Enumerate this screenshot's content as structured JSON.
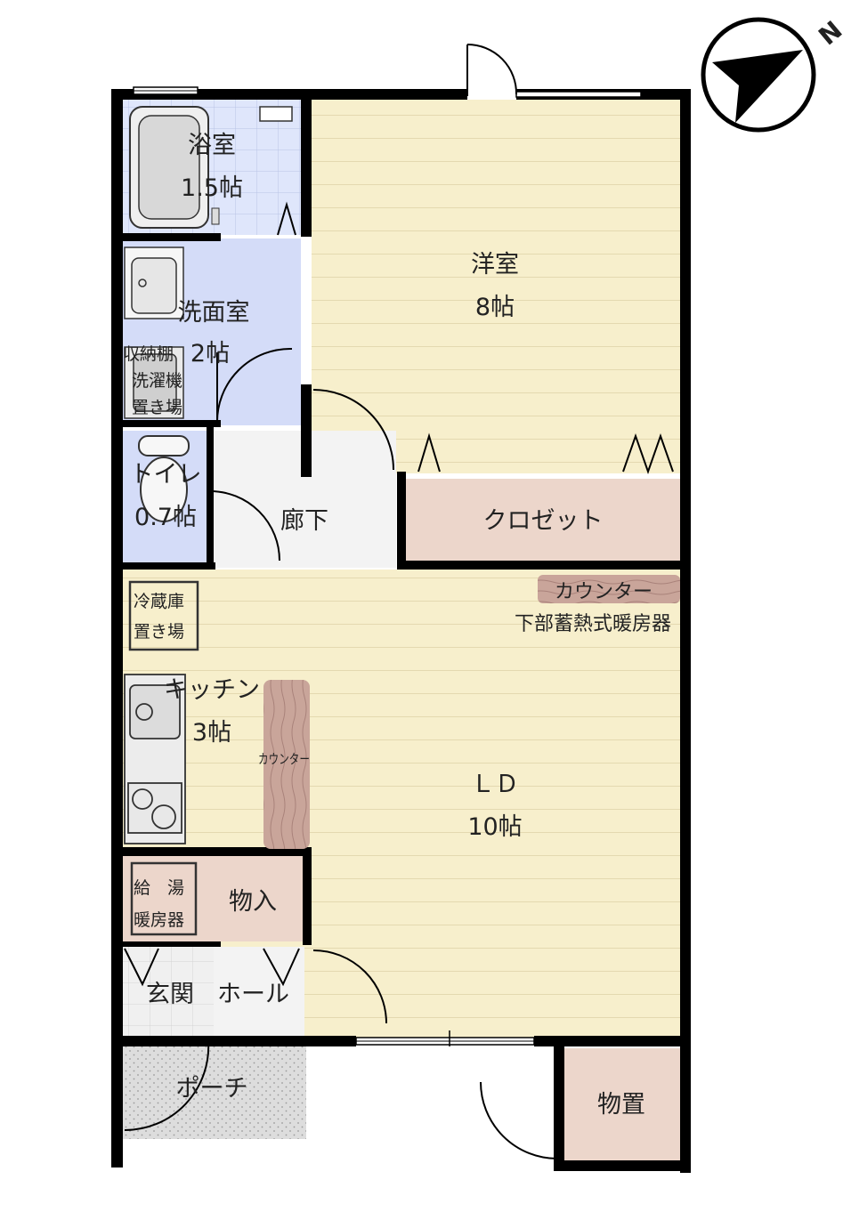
{
  "rooms": {
    "bathroom": {
      "name": "浴室",
      "size": "1.5帖"
    },
    "washroom": {
      "name": "洗面室",
      "size": "2帖"
    },
    "storage_shelf": "収納棚",
    "washer_place": [
      "洗濯機",
      "置き場"
    ],
    "toilet": {
      "name": "トイレ",
      "size": "0.7帖"
    },
    "hallway": "廊下",
    "western_room": {
      "name": "洋室",
      "size": "8帖"
    },
    "closet": "クロゼット",
    "counter_top": "カウンター",
    "heater": "下部蓄熱式暖房器",
    "fridge_place": [
      "冷蔵庫",
      "置き場"
    ],
    "kitchen": {
      "name": "キッチン",
      "size": "3帖"
    },
    "kitchen_counter": "カウンター",
    "ld": {
      "name": "ＬＤ",
      "size": "10帖"
    },
    "water_heater": [
      "給　湯",
      "暖房器"
    ],
    "storage": "物入",
    "entrance": "玄関",
    "hall": "ホール",
    "porch": "ポーチ",
    "shed": "物置"
  },
  "compass": {
    "label": "N"
  },
  "colors": {
    "wall": "#000000",
    "wet_area": "#d4dcf8",
    "living": "#f7efcc",
    "storage": "#ecd6cb",
    "floor_grey": "#f3f3f3",
    "porch": "#dedede",
    "counter": "#c9a59a"
  }
}
